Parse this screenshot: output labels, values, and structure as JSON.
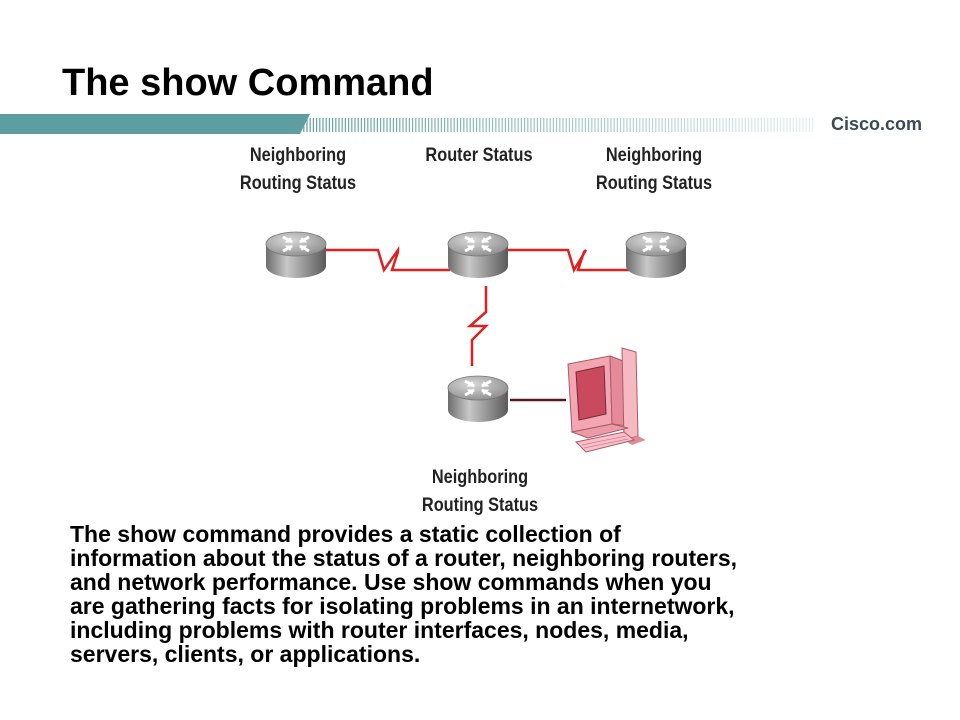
{
  "slide": {
    "title": "The show Command",
    "brand": "Cisco.com",
    "accent_color": "#5f9ea0"
  },
  "diagram": {
    "labels": {
      "left": [
        "Neighboring",
        "Routing Status"
      ],
      "center": [
        "Router Status"
      ],
      "right": [
        "Neighboring",
        "Routing Status"
      ],
      "bottom": [
        "Neighboring",
        "Routing Status"
      ]
    },
    "nodes": [
      {
        "name": "router-left",
        "icon": "router-icon"
      },
      {
        "name": "router-center",
        "icon": "router-icon"
      },
      {
        "name": "router-right",
        "icon": "router-icon"
      },
      {
        "name": "router-bottom",
        "icon": "router-icon"
      },
      {
        "name": "workstation",
        "icon": "computer-icon"
      }
    ],
    "serial_link_color": "#e02020",
    "ethernet_link_color": "#5a1a1a"
  },
  "body": {
    "lines": [
      "The show command provides a static collection of",
      "information about the status of a router, neighboring routers,",
      "and network performance. Use show commands when you",
      "are gathering facts for isolating problems in an internetwork,",
      "including problems with router interfaces, nodes, media,",
      "servers, clients, or applications."
    ]
  }
}
